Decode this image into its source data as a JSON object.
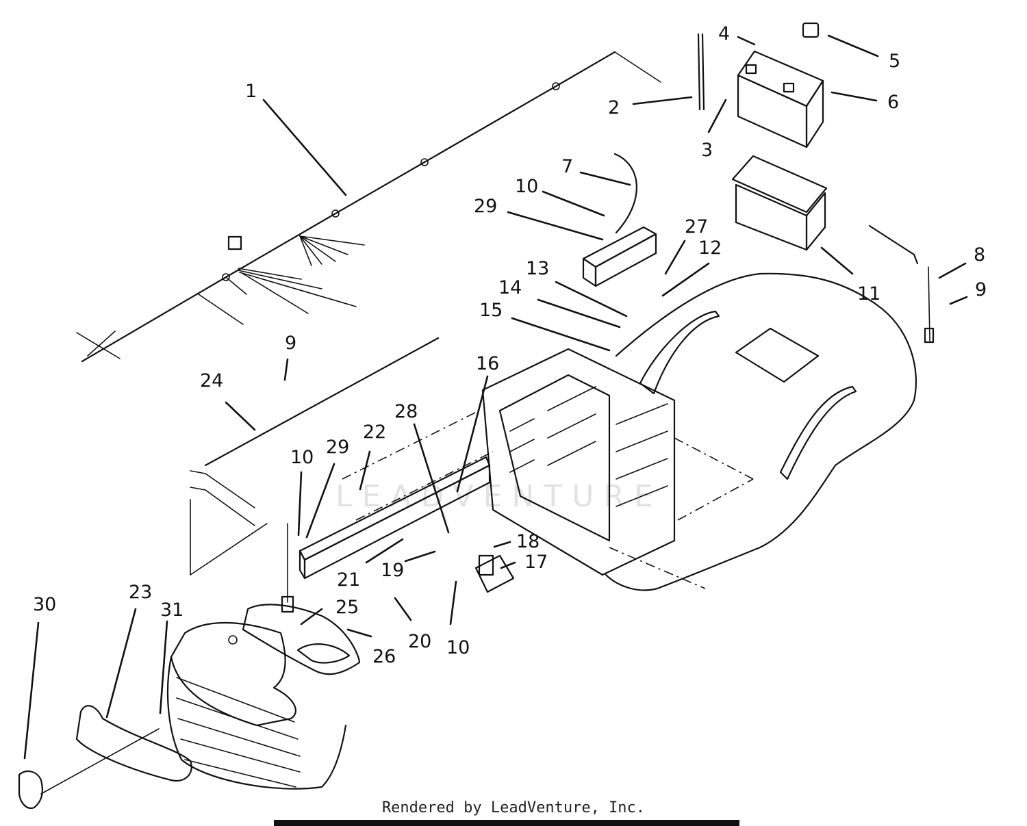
{
  "watermark": "LEADVENTURE",
  "footer": {
    "credit": "Rendered by LeadVenture, Inc."
  },
  "callouts": [
    {
      "label": "1"
    },
    {
      "label": "2"
    },
    {
      "label": "3"
    },
    {
      "label": "4"
    },
    {
      "label": "5"
    },
    {
      "label": "6"
    },
    {
      "label": "7"
    },
    {
      "label": "10"
    },
    {
      "label": "29"
    },
    {
      "label": "27"
    },
    {
      "label": "12"
    },
    {
      "label": "13"
    },
    {
      "label": "14"
    },
    {
      "label": "15"
    },
    {
      "label": "11"
    },
    {
      "label": "8"
    },
    {
      "label": "9"
    },
    {
      "label": "9"
    },
    {
      "label": "24"
    },
    {
      "label": "16"
    },
    {
      "label": "28"
    },
    {
      "label": "22"
    },
    {
      "label": "29"
    },
    {
      "label": "10"
    },
    {
      "label": "21"
    },
    {
      "label": "19"
    },
    {
      "label": "18"
    },
    {
      "label": "17"
    },
    {
      "label": "20"
    },
    {
      "label": "10"
    },
    {
      "label": "25"
    },
    {
      "label": "26"
    },
    {
      "label": "23"
    },
    {
      "label": "31"
    },
    {
      "label": "30"
    }
  ]
}
